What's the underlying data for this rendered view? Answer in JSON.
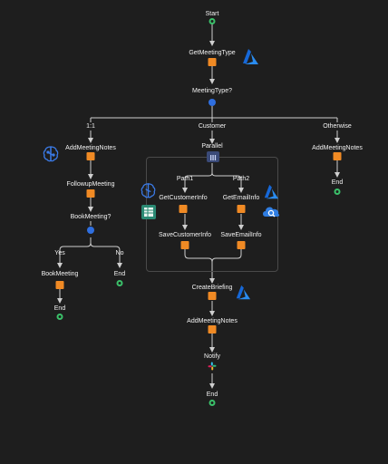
{
  "workflow": {
    "start": "Start",
    "get_meeting_type": "GetMeetingType",
    "meeting_type": "MeetingType?",
    "branch_1_1": "1:1",
    "branch_customer": "Customer",
    "branch_otherwise": "Otherwise",
    "left_add_notes": "AddMeetingNotes",
    "followup": "FollowupMeeting",
    "book_meeting_q": "BookMeeting?",
    "yes": "Yes",
    "no": "No",
    "book_meeting": "BookMeeting",
    "end_yes": "End",
    "end_no": "End",
    "parallel": "Parallel",
    "path1": "Path1",
    "path2": "Path2",
    "get_customer_info": "GetCustomerInfo",
    "get_email_info": "GetEmailInfo",
    "save_customer_info": "SaveCustomerInfo",
    "save_email_info": "SaveEmailInfo",
    "create_briefing": "CreateBriefing",
    "center_add_notes": "AddMeetingNotes",
    "notify": "Notify",
    "end_center": "End",
    "right_add_notes": "AddMeetingNotes",
    "end_right": "End"
  },
  "colors": {
    "background": "#1e1e1e",
    "task": "#f08a24",
    "decision": "#2f6fe0",
    "start_end": "#3bc16a",
    "azure": "#1a73e8",
    "ai_brain": "#3b7be8",
    "lines": "#cfcfcf"
  },
  "icons": [
    "azure-icon",
    "ai-brain-icon",
    "spreadsheet-icon",
    "cloud-search-icon",
    "slack-icon",
    "parallel-icon"
  ]
}
